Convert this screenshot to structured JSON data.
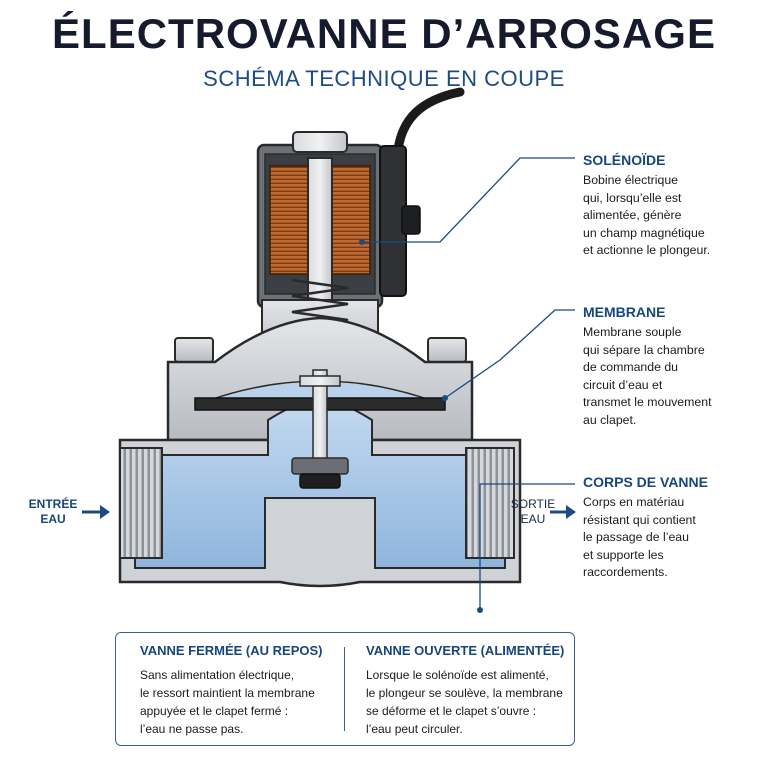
{
  "header": {
    "title": "ÉLECTROVANNE D’ARROSAGE",
    "subtitle": "SCHÉMA TECHNIQUE EN COUPE"
  },
  "callouts": [
    {
      "heading": "SOLÉNOÏDE",
      "text": "Bobine électrique\nqui, lorsqu’elle est\nalimentée, génère\nun champ magnétique\net actionne le plongeur."
    },
    {
      "heading": "MEMBRANE",
      "text": "Membrane souple\nqui sépare la chambre\nde commande du\ncircuit d’eau et\ntransmet le mouvement\nau clapet."
    },
    {
      "heading": "CORPS DE VANNE",
      "text": "Corps en matériau\nrésistant qui contient\nle passage de l’eau\net supporte les\nraccordements."
    }
  ],
  "flow": {
    "inlet_line1": "ENTRÉE",
    "inlet_line2": "EAU",
    "outlet_line1": "SORTIE",
    "outlet_line2": "EAU"
  },
  "states": [
    {
      "heading": "VANNE FERMÉE (AU REPOS)",
      "text": "Sans alimentation électrique,\nle ressort maintient la membrane\nappuyée et le clapet fermé :\nl’eau ne passe pas."
    },
    {
      "heading": "VANNE OUVERTE (ALIMENTÉE)",
      "text": "Lorsque le solénoïde est alimenté,\nle plongeur se soulève, la membrane\nse déforme et le clapet s’ouvre :\nl’eau peut circuler."
    }
  ],
  "colors": {
    "accent": "#17467e",
    "water": "#a9c8e8",
    "metal": "#c9ccd1",
    "coil": "#b5602a",
    "membrane": "#2b2b2b"
  }
}
